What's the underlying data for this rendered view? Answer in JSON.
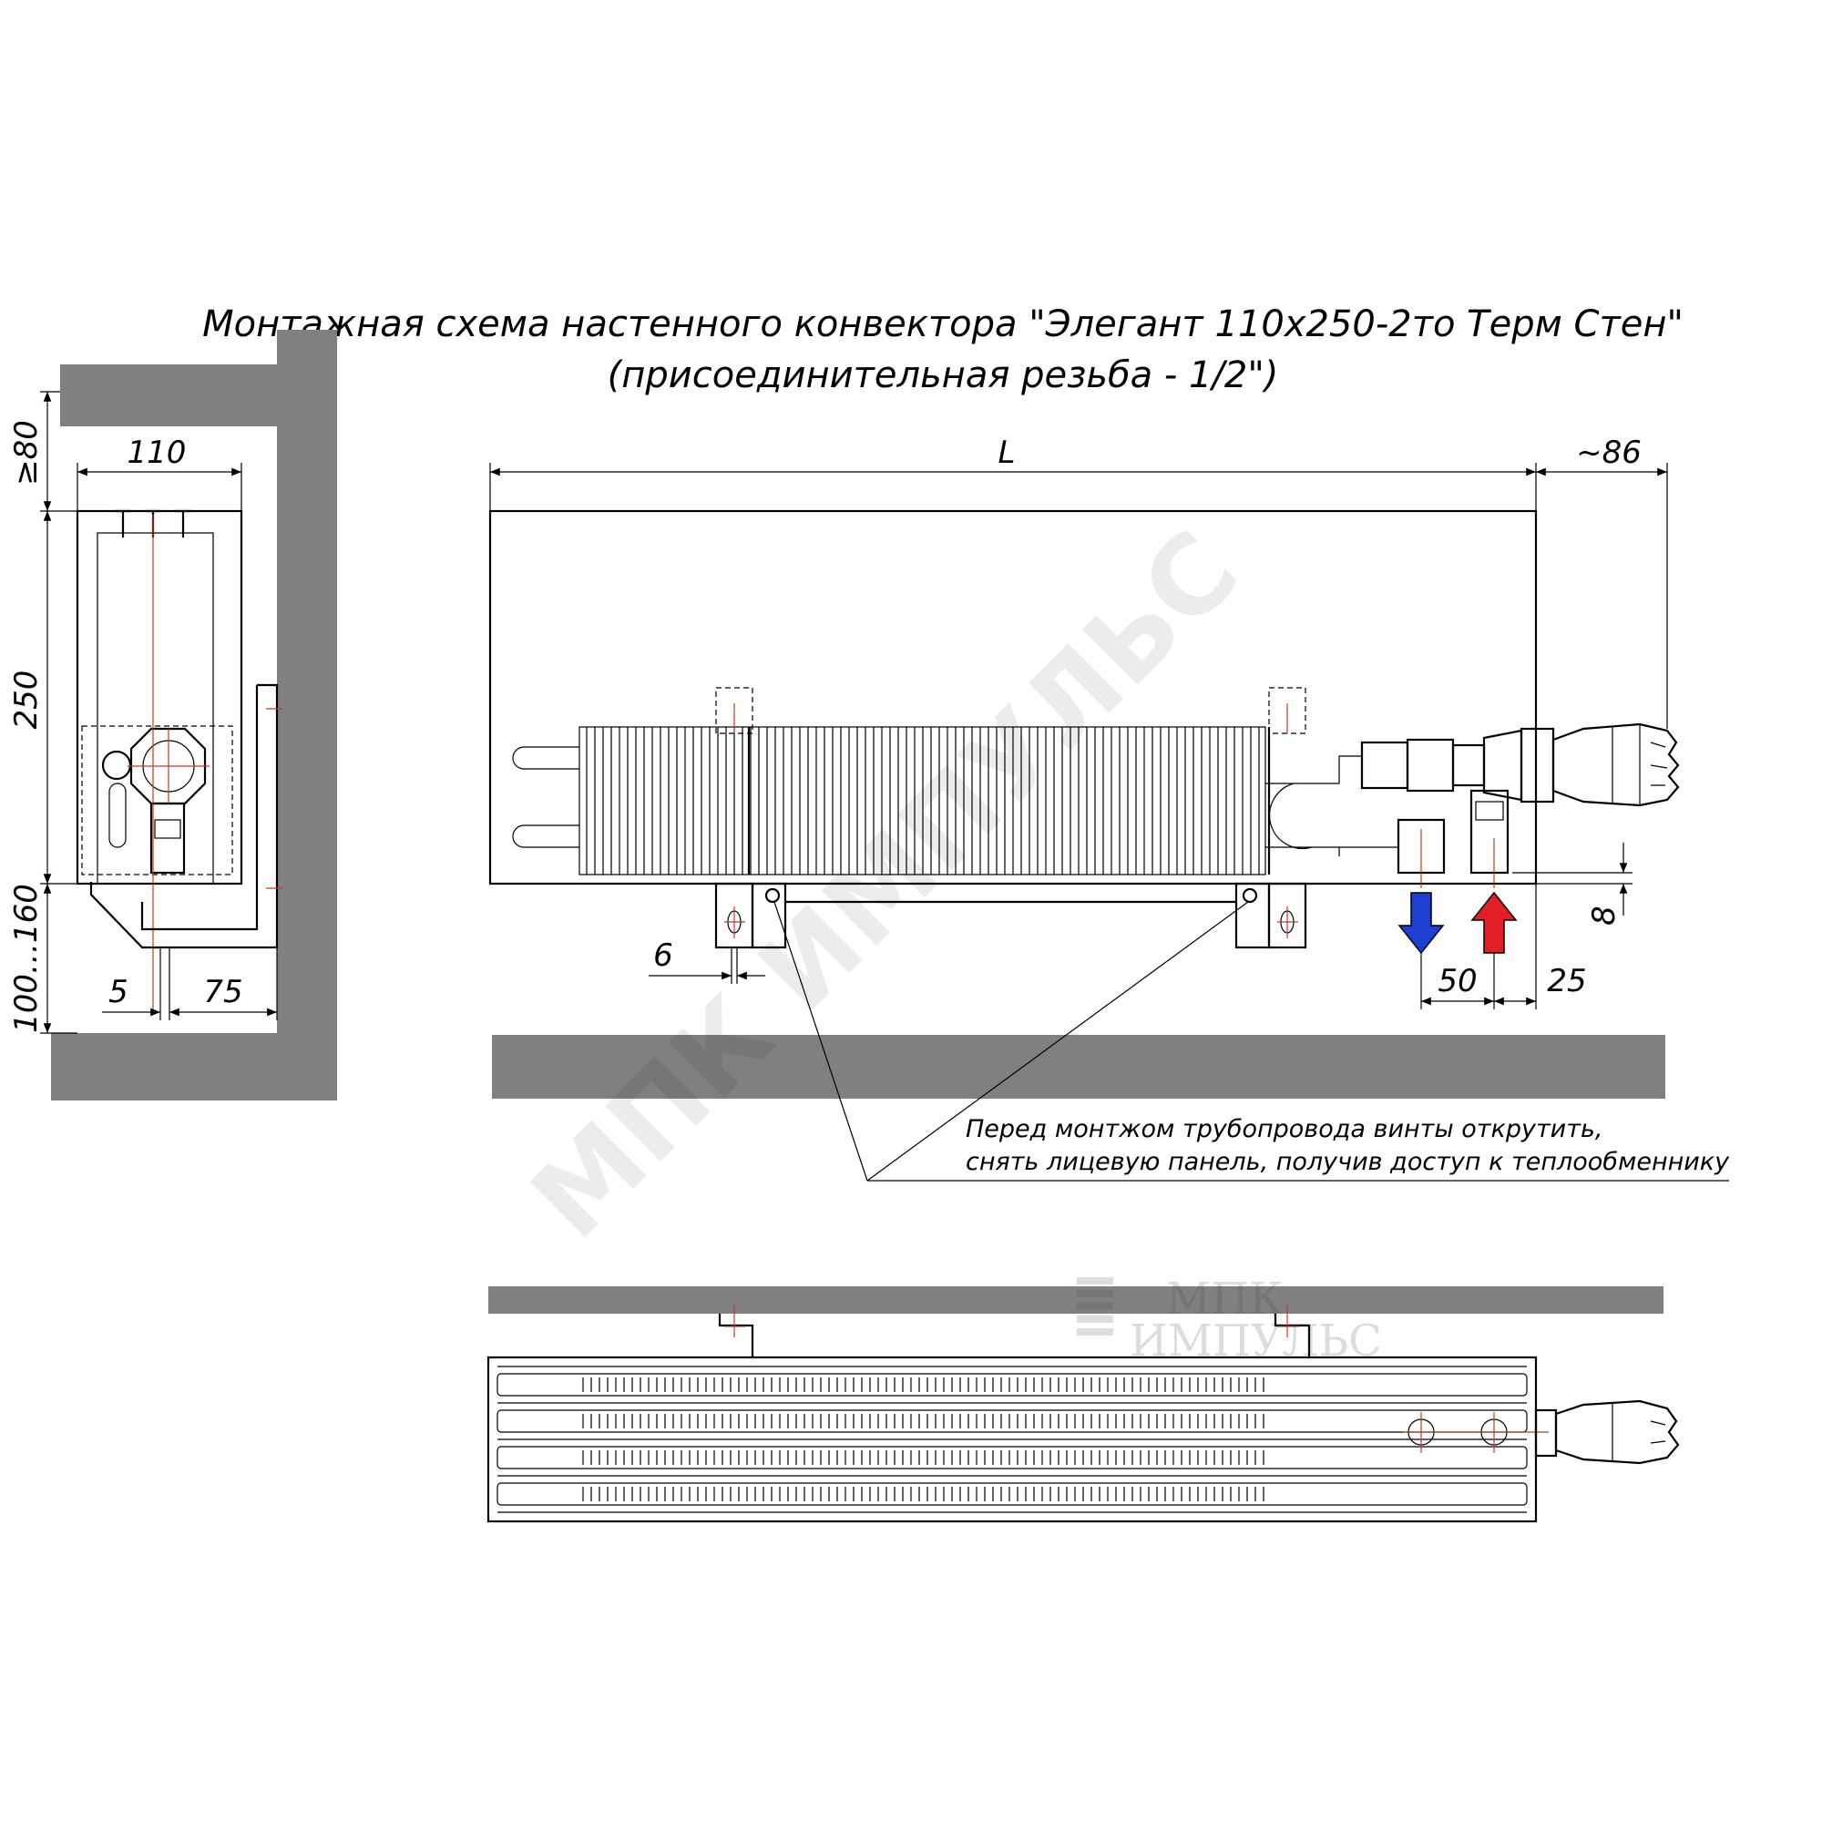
{
  "title": {
    "line1": "Монтажная схема настенного конвектора \"Элегант 110x250-2то Терм Стен\"",
    "line2": "(присоединительная резьба - 1/2\")"
  },
  "side_view": {
    "dim_width": "110",
    "dim_top_clearance": "≥80",
    "dim_height": "250",
    "dim_floor_gap": "100…160",
    "dim_offset_small": "5",
    "dim_offset_wall": "75"
  },
  "front_view": {
    "dim_length": "L",
    "dim_valve_projection": "~86",
    "dim_bracket_width": "6",
    "dim_pipe_spacing": "50",
    "dim_pipe_to_edge": "25",
    "dim_pipe_drop": "8"
  },
  "note": {
    "line1": "Перед монтжом трубопровода винты открутить,",
    "line2": "снять лицевую панель, получив доступ к теплообменнику"
  },
  "watermarks": {
    "diagonal": "МПК ИМПУЛЬС",
    "logo_line1": "МПК",
    "logo_line2": "ИМПУЛЬС"
  },
  "colors": {
    "wall": "#808080",
    "supply_arrow": "#e31e24",
    "return_arrow": "#1f3fd1",
    "axis": "#c0392b"
  },
  "icons": {
    "supply": "arrow-up-icon",
    "return": "arrow-down-icon",
    "valve": "thermostatic-head-icon"
  }
}
